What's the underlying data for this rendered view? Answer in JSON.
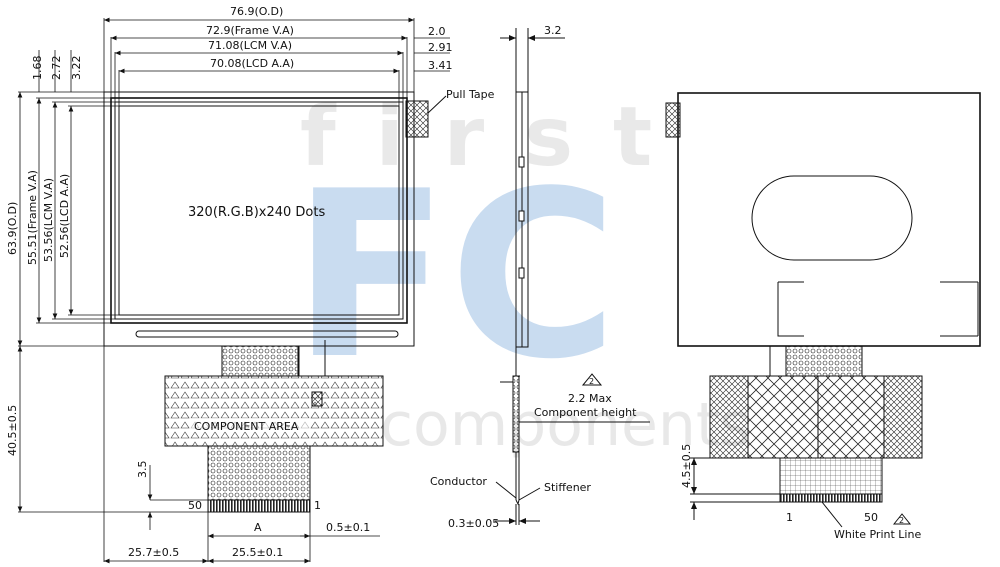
{
  "watermark": {
    "top": "first",
    "letters": "FC",
    "bottom": "components",
    "blue": "#c9dcf0",
    "grey": "#e6e6e6"
  },
  "front_view": {
    "dims_top": {
      "od": "76.9(O.D)",
      "frame": "72.9(Frame V.A)",
      "lcm": "71.08(LCM V.A)",
      "lcd": "70.08(LCD A.A)",
      "r1": "2.0",
      "r2": "2.91",
      "r3": "3.41"
    },
    "dims_left": {
      "v1": "1.68",
      "v2": "2.72",
      "v3": "3.22",
      "od": "63.9(O.D)",
      "frame": "55.51(Frame V.A)",
      "lcm": "53.56(LCM V.A)",
      "lcd": "52.56(LCD A.A)",
      "fpc": "40.5±0.5",
      "tail": "3.5"
    },
    "dots": "320(R.G.B)x240  Dots",
    "pull_tape": "Pull Tape",
    "component_area": "COMPONENT AREA",
    "pin_left": "50",
    "pin_right": "1",
    "dims_bottom": {
      "a": "A",
      "pitch": "0.5±0.1",
      "offset": "25.7±0.5",
      "width": "25.5±0.1"
    }
  },
  "side_view": {
    "thickness": "3.2",
    "note_num": "2",
    "note_line1": "2.2 Max",
    "note_line2": "Component height",
    "conductor": "Conductor",
    "stiffener": "Stiffener",
    "tail": "0.3±0.05"
  },
  "back_view": {
    "dim": "4.5±0.5",
    "pin_left": "1",
    "pin_right": "50",
    "note_num": "2",
    "white_print": "White Print Line"
  }
}
